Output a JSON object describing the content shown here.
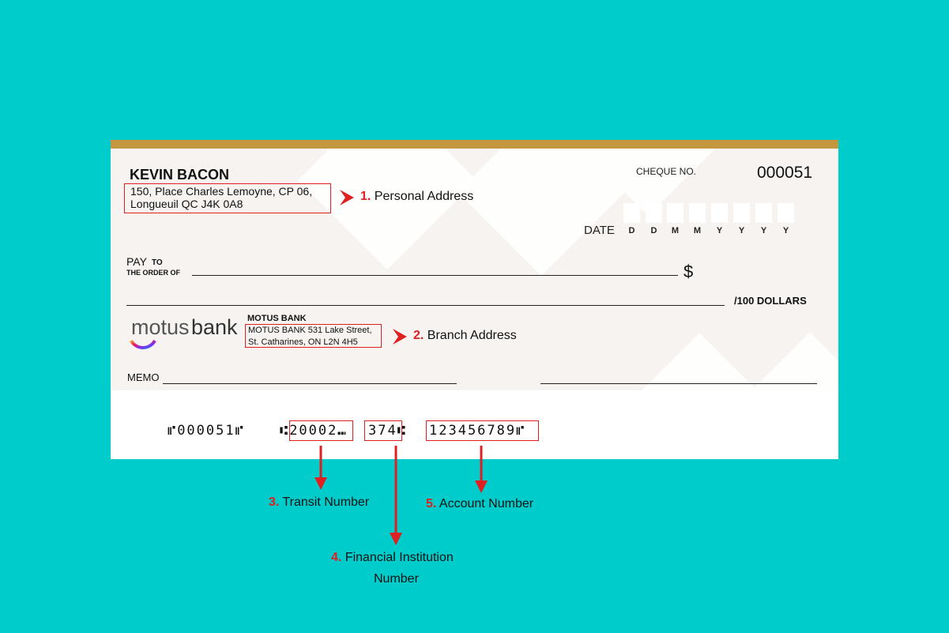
{
  "cheque": {
    "holder_name": "KEVIN BACON",
    "address_line1": "150, Place Charles Lemoyne, CP 06,",
    "address_line2": "Longueuil QC J4K 0A8",
    "cheque_no_label": "CHEQUE NO.",
    "cheque_no": "000051",
    "date_label": "DATE",
    "date_fields": [
      "D",
      "D",
      "M",
      "M",
      "Y",
      "Y",
      "Y",
      "Y"
    ],
    "pay_label": "PAY",
    "to_label": "TO",
    "order_of_label": "THE ORDER OF",
    "currency_symbol": "$",
    "dollars_label": "/100 DOLLARS",
    "bank_logo_word1": "motus",
    "bank_logo_word2": "bank",
    "bank_name": "MOTUS BANK",
    "bank_address_line1": "MOTUS BANK  531 Lake Street,",
    "bank_address_line2": "St. Catharines, ON L2N 4H5",
    "memo_label": "MEMO",
    "micr_cheque": "⑈000051⑈",
    "micr_transit": "⑆20002⑉",
    "micr_institution": "374⑆",
    "micr_account": "123456789⑈"
  },
  "annotations": [
    {
      "num": "1.",
      "label": "Personal Address"
    },
    {
      "num": "2.",
      "label": "Branch Address"
    },
    {
      "num": "3.",
      "label": "Transit Number"
    },
    {
      "num": "4.",
      "label": "Financial Institution",
      "label2": "Number"
    },
    {
      "num": "5.",
      "label": "Account Number"
    }
  ],
  "colors": {
    "background": "#00CCCC",
    "cheque_body": "#F7F3F0",
    "top_bar": "#C4973F",
    "annotation_red": "#E02020"
  }
}
